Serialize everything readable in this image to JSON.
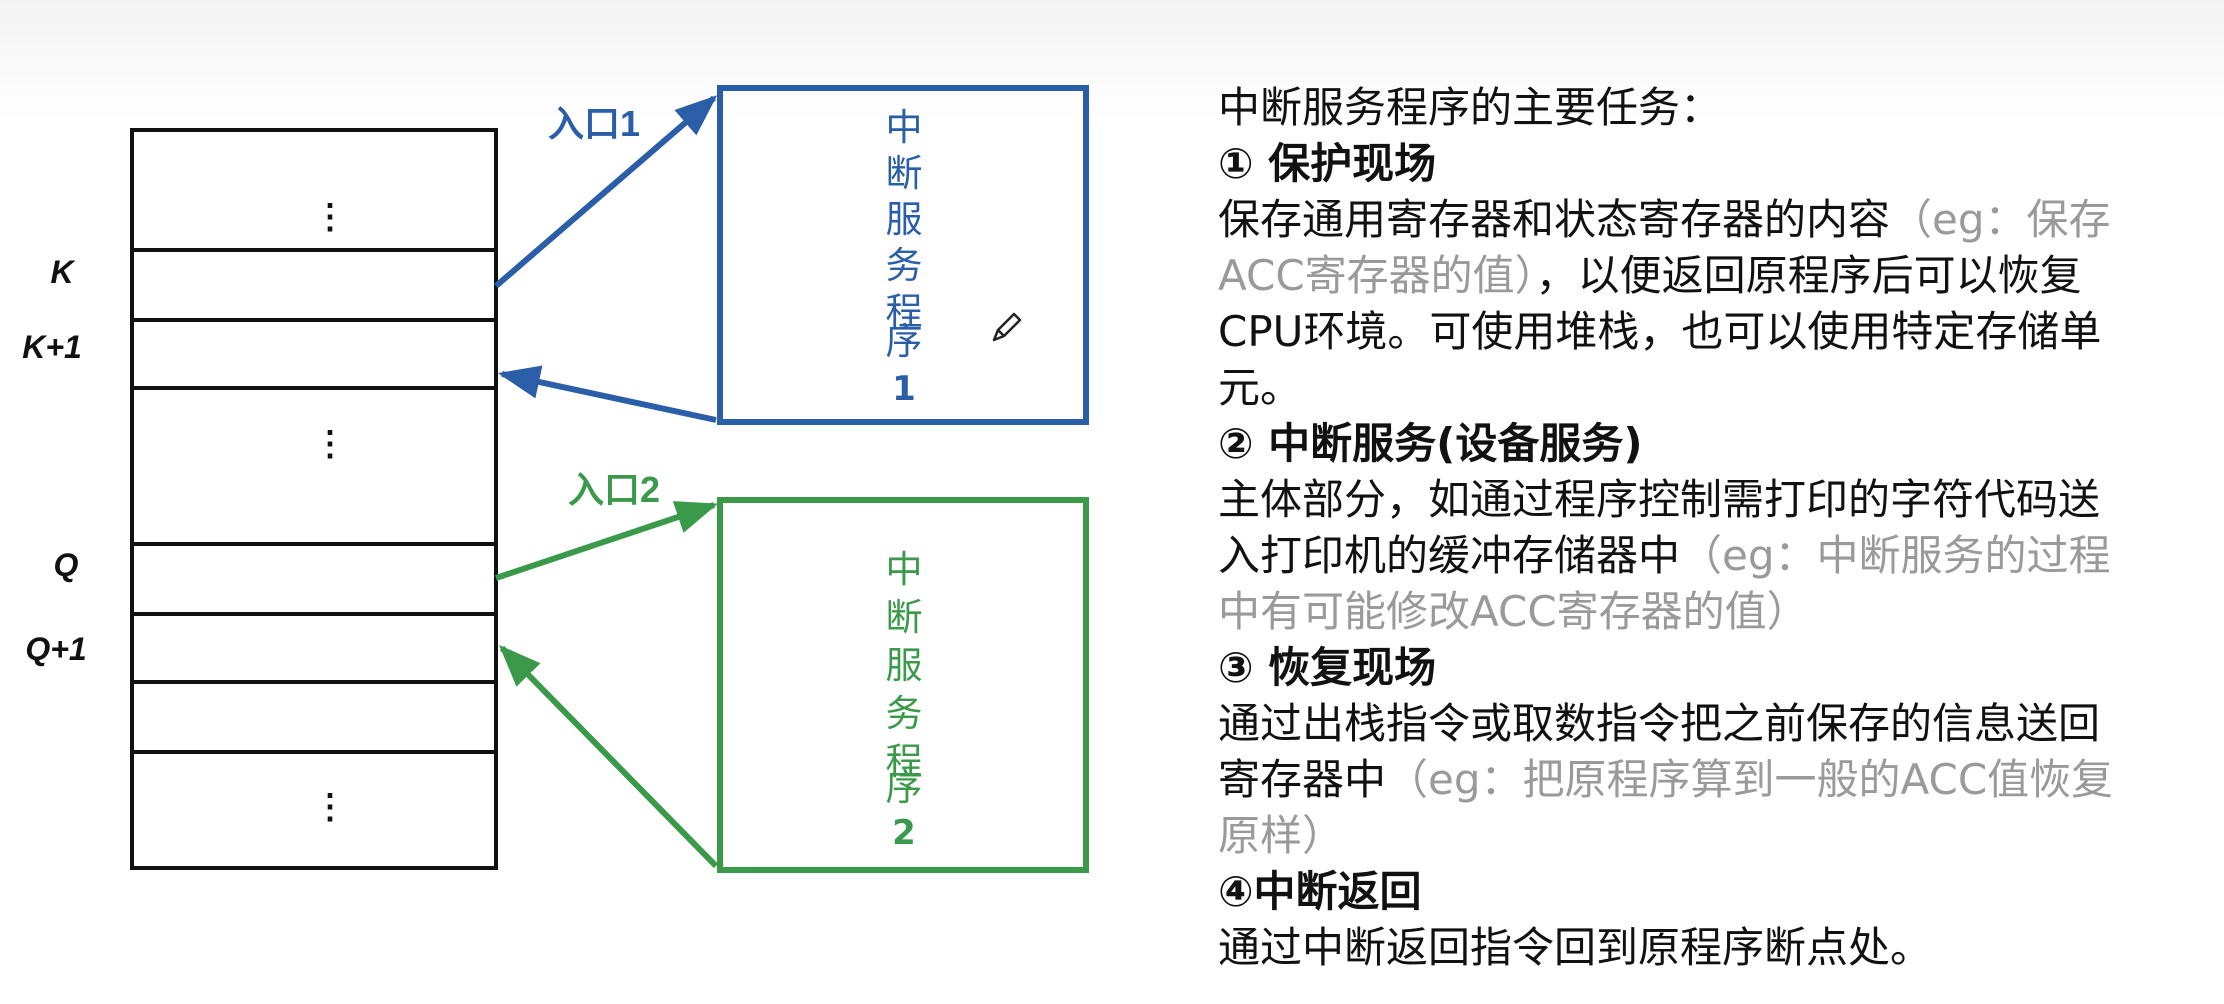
{
  "memory": {
    "dots": [
      "⋮",
      "⋮",
      "⋮"
    ],
    "labels": {
      "k": "K",
      "k1": "K+1",
      "q": "Q",
      "q1": "Q+1"
    }
  },
  "routine1": {
    "entry_label": "入口1",
    "title_chars": [
      "中",
      "断",
      "服",
      "务",
      "程",
      "序"
    ],
    "number": "1",
    "color": "#2b5ea8"
  },
  "routine2": {
    "entry_label": "入口2",
    "title_chars": [
      "中",
      "断",
      "服",
      "务",
      "程",
      "序"
    ],
    "number": "2",
    "color": "#3a9a4a"
  },
  "panel": {
    "heading": "中断服务程序的主要任务：",
    "steps": [
      {
        "title": "① 保护现场",
        "lines": [
          {
            "text": "保存通用寄存器和状态寄存器的内容",
            "note": "（eg：保存"
          },
          {
            "note": "ACC寄存器的值）",
            "text": "，以便返回原程序后可以恢复"
          },
          {
            "text": "CPU环境。可使用堆栈，也可以使用特定存储单"
          },
          {
            "text": "元。"
          }
        ]
      },
      {
        "title": "② 中断服务(设备服务)",
        "lines": [
          {
            "text": "主体部分，如通过程序控制需打印的字符代码送"
          },
          {
            "text": "入打印机的缓冲存储器中",
            "note": "（eg：中断服务的过程"
          },
          {
            "note": "中有可能修改ACC寄存器的值）"
          }
        ]
      },
      {
        "title": "③ 恢复现场",
        "lines": [
          {
            "text": "通过出栈指令或取数指令把之前保存的信息送回"
          },
          {
            "text": "寄存器中",
            "note": "（eg：把原程序算到一般的ACC值恢复"
          },
          {
            "note": "原样）"
          }
        ]
      },
      {
        "title": "④中断返回",
        "lines": [
          {
            "text": "通过中断返回指令回到原程序断点处。"
          }
        ]
      }
    ]
  }
}
